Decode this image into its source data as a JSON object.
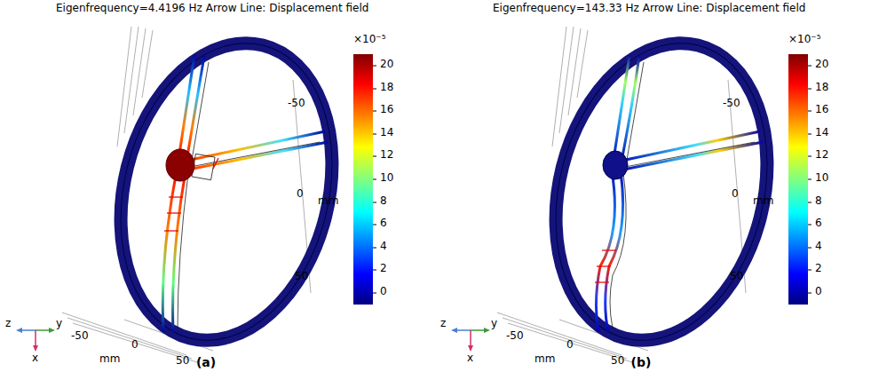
{
  "diagram": {
    "labels": [
      "Eigenfrequency=4.4196 Hz  Arrow Line: Displacement field",
      "×10⁻⁵",
      "20",
      "18",
      "16",
      "14",
      "12",
      "10",
      "8",
      "6",
      "4",
      "2",
      "0",
      "-50",
      "0",
      "mm",
      "50",
      "-50",
      "0",
      "mm",
      "50",
      "z",
      "y",
      "x",
      "(a)",
      "Eigenfrequency=143.33 Hz  Arrow Line: Displacement field",
      "×10⁻⁵",
      "20",
      "18",
      "16",
      "14",
      "12",
      "10",
      "8",
      "6",
      "4",
      "2",
      "0",
      "-50",
      "0",
      "mm",
      "50",
      "-50",
      "0",
      "mm",
      "50",
      "z",
      "y",
      "x",
      "(b)"
    ]
  }
}
